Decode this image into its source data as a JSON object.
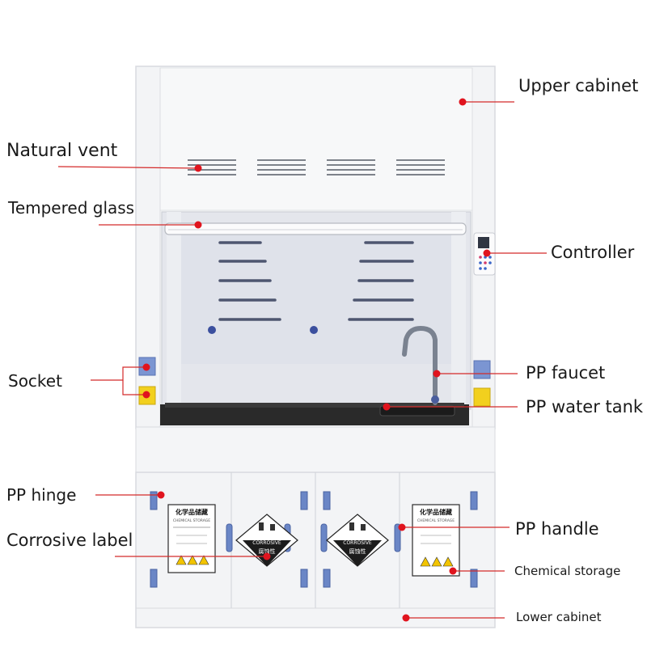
{
  "labels": {
    "upper_cabinet": "Upper cabinet",
    "natural_vent": "Natural vent",
    "tempered_glass": "Tempered glass",
    "controller": "Controller",
    "socket": "Socket",
    "pp_faucet": "PP faucet",
    "pp_water_tank": "PP water tank",
    "pp_hinge": "PP hinge",
    "pp_handle": "PP handle",
    "corrosive_label": "Corrosive label",
    "chemical_storage": "Chemical storage",
    "lower_cabinet": "Lower cabinet"
  },
  "sign_text": {
    "title_cn": "化学品储藏",
    "title_en": "CHEMICAL STORAGE",
    "corrosive_en": "CORROSIVE",
    "corrosive_cn": "腐蚀性"
  },
  "colors": {
    "cabinet": "#f3f4f6",
    "cabinet_edge": "#d8dadf",
    "marker": "#e0141e",
    "leader": "#d42a2a",
    "blue_part": "#6a86c6",
    "worktop": "#2a2a2a",
    "faucet": "#7a8290"
  }
}
